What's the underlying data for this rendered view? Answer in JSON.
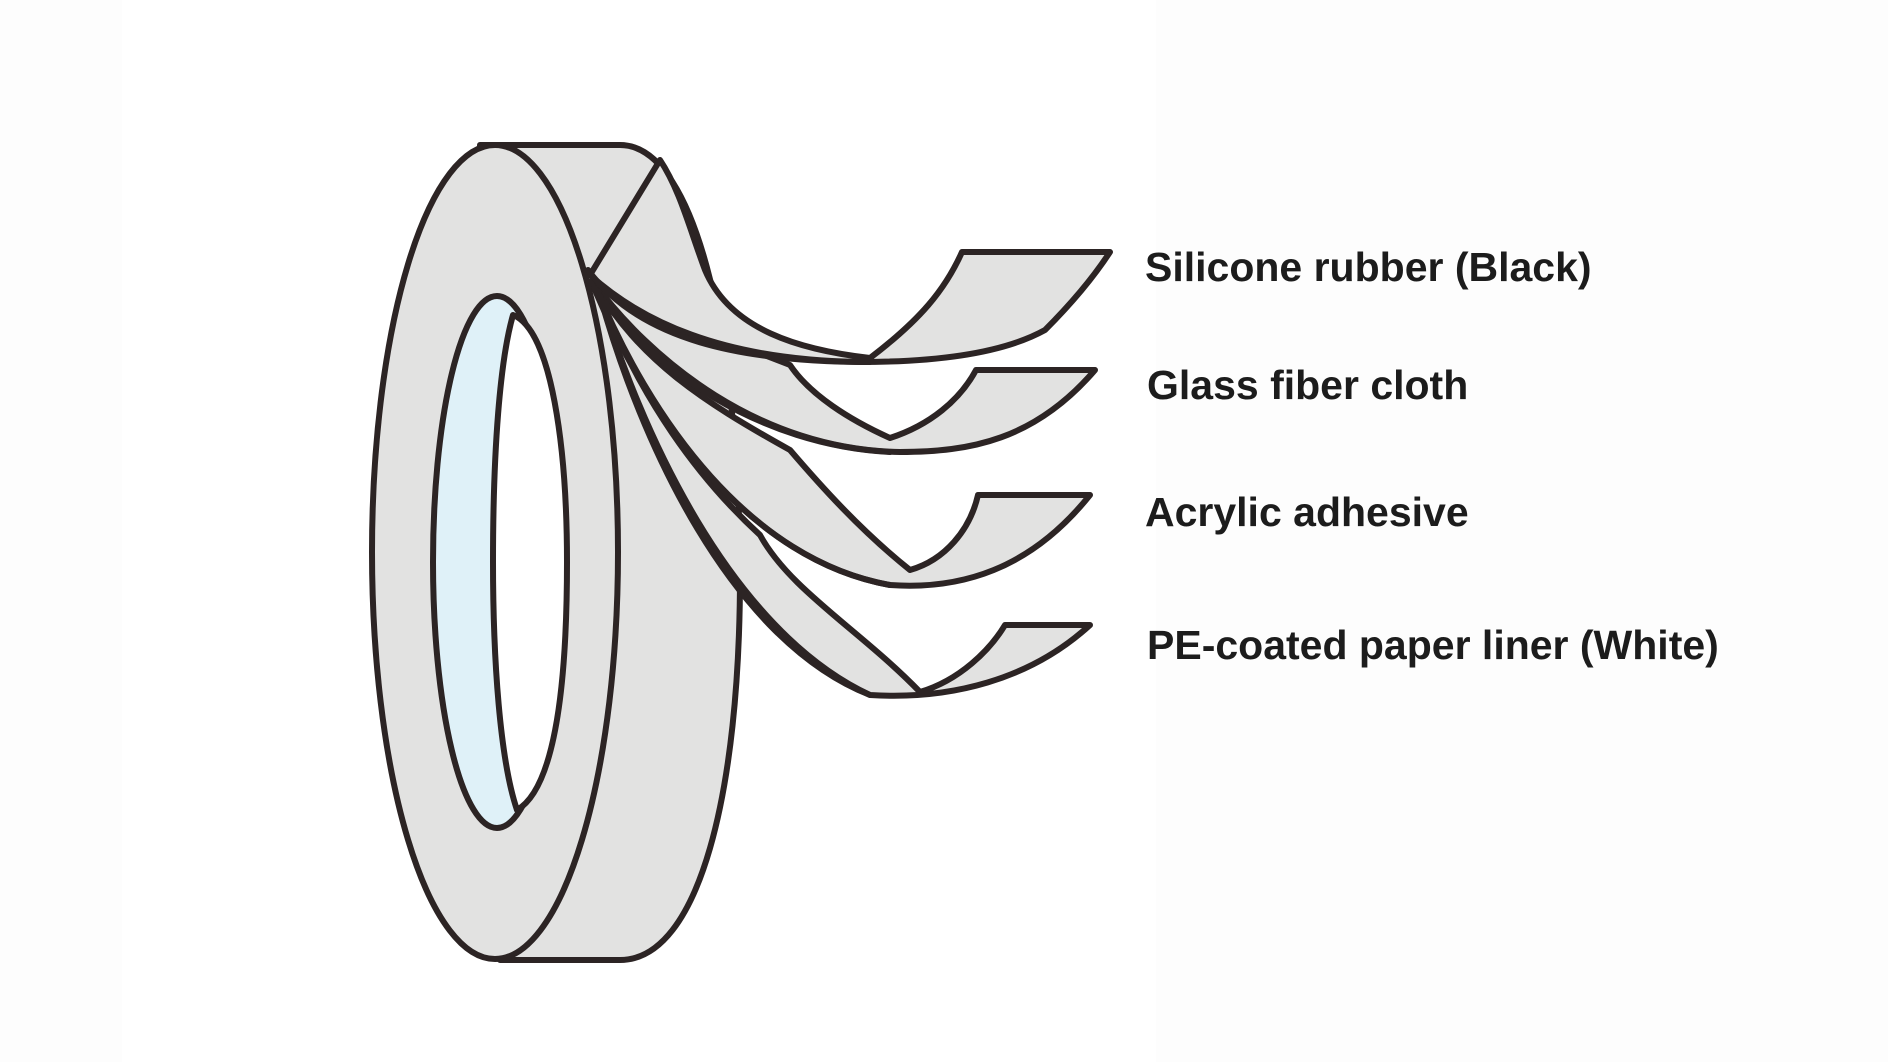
{
  "diagram": {
    "layers": [
      {
        "label": "Silicone rubber (Black)"
      },
      {
        "label": "Glass fiber cloth"
      },
      {
        "label": "Acrylic adhesive"
      },
      {
        "label": "PE-coated paper liner (White)"
      }
    ]
  },
  "colors": {
    "tape_fill": "#e2e2e1",
    "outline": "#2c2424",
    "core_tint": "#dff1f8",
    "hole": "#ffffff"
  }
}
